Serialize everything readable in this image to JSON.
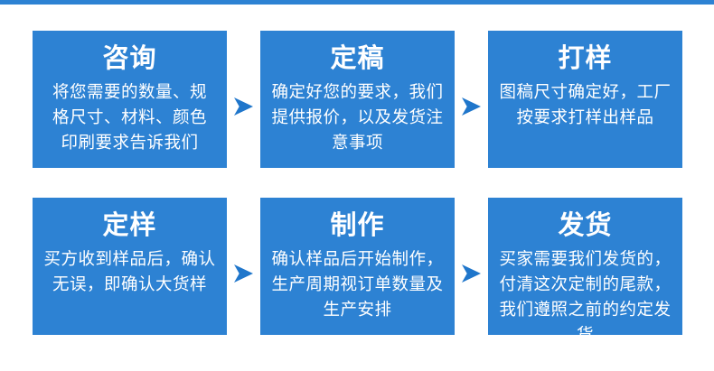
{
  "colors": {
    "background": "#ffffff",
    "top_bar": "#2d82d3",
    "card": "#2d82d3",
    "arrow": "#1f76cb",
    "text": "#ffffff"
  },
  "icons": {
    "arrow_right": "➤"
  },
  "steps": [
    {
      "title": "咨询",
      "description": "将您需要的数量、规\n格尺寸、材料、颜色\n印刷要求告诉我们"
    },
    {
      "title": "定稿",
      "description": "确定好您的要求，我们\n提供报价，以及发货注\n意事项"
    },
    {
      "title": "打样",
      "description": "图稿尺寸确定好，工厂\n按要求打样出样品"
    },
    {
      "title": "定样",
      "description": "买方收到样品后，确认\n无误，即确认大货样"
    },
    {
      "title": "制作",
      "description": "确认样品后开始制作，\n生产周期视订单数量及\n生产安排"
    },
    {
      "title": "发货",
      "description": "买家需要我们发货的，\n付清这次定制的尾款，\n我们遵照之前的约定发货"
    }
  ]
}
